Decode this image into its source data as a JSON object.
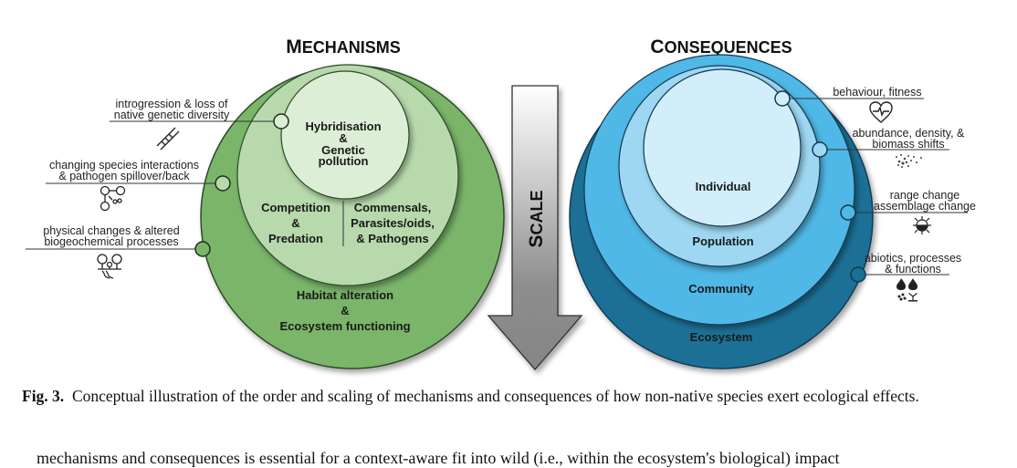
{
  "mechanisms": {
    "title_initial": "M",
    "title_rest": "ECHANISMS",
    "circles": {
      "inner": [
        "Hybridisation",
        "&",
        "Genetic",
        "pollution"
      ],
      "middle_left": [
        "Competition",
        "&",
        "Predation"
      ],
      "middle_right": [
        "Commensals,",
        "Parasites/oids,",
        "& Pathogens"
      ],
      "outer": [
        "Habitat alteration",
        "&",
        "Ecosystem functioning"
      ]
    },
    "callouts": [
      {
        "lines": [
          "introgression & loss of",
          "native genetic diversity"
        ],
        "icon": "dna-icon"
      },
      {
        "lines": [
          "changing species interactions",
          "& pathogen spillover/back"
        ],
        "icon": "network-pathogen-icon"
      },
      {
        "lines": [
          "physical changes & altered",
          "biogeochemical processes"
        ],
        "icon": "trees-river-icon"
      }
    ],
    "colors": {
      "outer": "#7ab56b",
      "middle": "#b7d9ac",
      "inner": "#dcefd6",
      "stroke": "#2e4a28"
    }
  },
  "scale_arrow": {
    "label_initial": "S",
    "label_rest": "CALE",
    "direction": "down"
  },
  "consequences": {
    "title_initial": "C",
    "title_rest": "ONSEQUENCES",
    "levels": [
      "Individual",
      "Population",
      "Community",
      "Ecosystem"
    ],
    "callouts": [
      {
        "lines": [
          "behaviour, fitness"
        ],
        "icon": "heart-pulse-icon"
      },
      {
        "lines": [
          "abundance, density, &",
          "biomass shifts"
        ],
        "icon": "swarm-icon"
      },
      {
        "lines": [
          "range change",
          "assemblage change"
        ],
        "icon": "range-shift-icon"
      },
      {
        "lines": [
          "abiotics, processes",
          "& functions"
        ],
        "icon": "fire-water-plant-icon"
      }
    ],
    "colors": {
      "ecosystem": "#1a6f96",
      "community": "#4fb8e6",
      "population": "#9dd7f1",
      "individual": "#d3eefb",
      "stroke": "#123a52"
    }
  },
  "caption": {
    "label": "Fig. 3.",
    "text": "Conceptual illustration of the order and scaling of mechanisms and consequences of how non-native species exert ecological effects."
  },
  "body_text_cut": "mechanisms and consequences is essential for a context-aware fit into wild (i.e., within the ecosystem's biological) impact"
}
